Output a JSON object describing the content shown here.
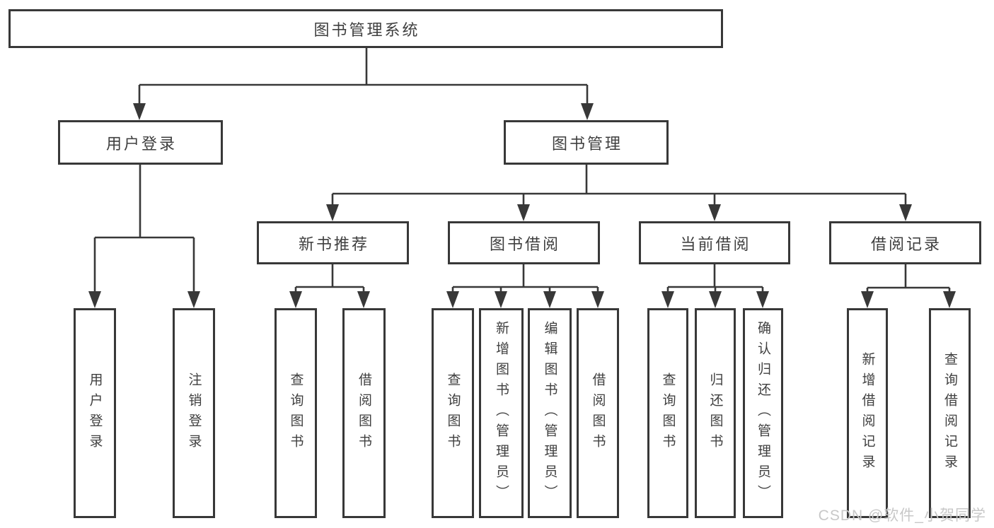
{
  "diagram_title": "图书管理系统",
  "watermark": "CSDN @软件_小贺同学",
  "colors": {
    "line": "#383838",
    "text": "#3f3f3f",
    "watermark": "#c8c8c8",
    "background": "#ffffff"
  },
  "nodes": {
    "root": "图书管理系统",
    "user_login": "用户登录",
    "book_mgmt": "图书管理",
    "new_book_rec": "新书推荐",
    "book_borrow": "图书借阅",
    "current_borrow": "当前借阅",
    "borrow_records": "借阅记录",
    "ul_user_login": "用户登录",
    "ul_logout": "注销登录",
    "nbr_query_book": "查询图书",
    "nbr_borrow_book": "借阅图书",
    "bb_query_book": "查询图书",
    "bb_add_book": "新增图书（管理员）",
    "bb_edit_book": "编辑图书（管理员）",
    "bb_borrow_book": "借阅图书",
    "cb_query_book": "查询图书",
    "cb_return_book": "归还图书",
    "cb_confirm_return": "确认归还（管理员）",
    "br_add_record": "新增借阅记录",
    "br_query_record": "查询借阅记录"
  }
}
